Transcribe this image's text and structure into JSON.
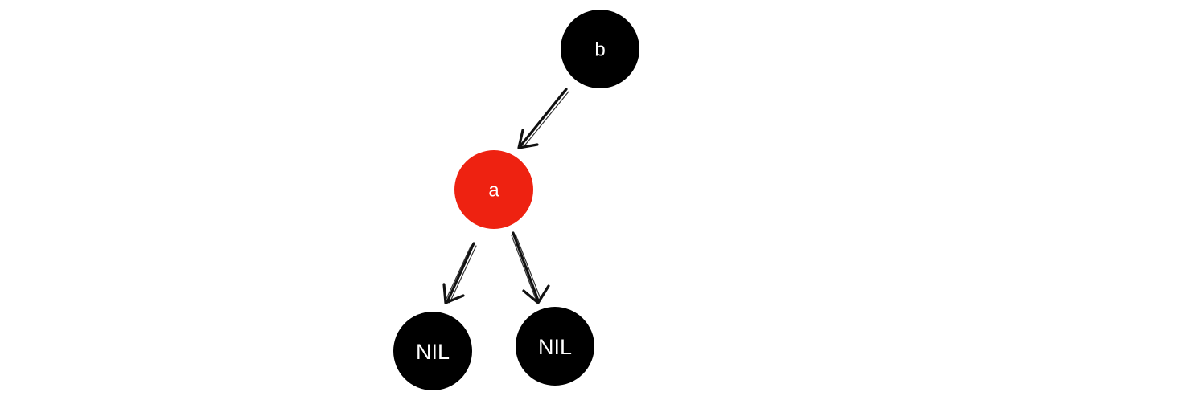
{
  "diagram": {
    "type": "binary-tree",
    "colors": {
      "red": "#ee2211",
      "black": "#000000",
      "label": "#ffffff",
      "edge": "#111111"
    },
    "nodes": [
      {
        "id": "b",
        "label": "b",
        "color": "black"
      },
      {
        "id": "a",
        "label": "a",
        "color": "red"
      },
      {
        "id": "nil-left",
        "label": "NIL",
        "color": "black"
      },
      {
        "id": "nil-right",
        "label": "NIL",
        "color": "black"
      }
    ],
    "edges": [
      {
        "from": "b",
        "to": "a"
      },
      {
        "from": "a",
        "to": "nil-left"
      },
      {
        "from": "a",
        "to": "nil-right"
      }
    ]
  }
}
